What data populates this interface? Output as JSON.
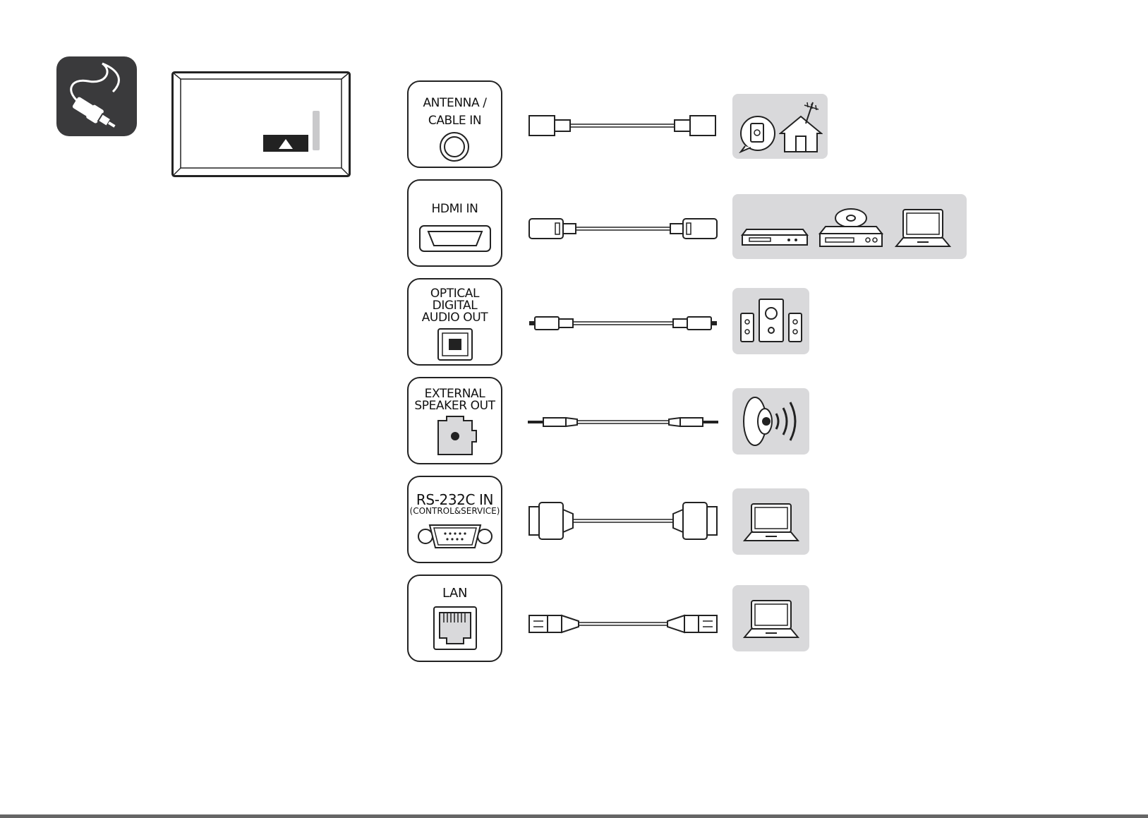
{
  "ports": [
    {
      "id": "antenna",
      "label": "ANTENNA /\nCABLE IN",
      "cable": "coaxial",
      "devices": [
        "wall-outlet-icon",
        "house-antenna-icon"
      ]
    },
    {
      "id": "hdmi",
      "label": "HDMI IN",
      "cable": "hdmi",
      "devices": [
        "set-top-box-icon",
        "dvd-player-icon",
        "laptop-icon"
      ]
    },
    {
      "id": "optical",
      "label": "OPTICAL\nDIGITAL\nAUDIO OUT",
      "cable": "optical",
      "devices": [
        "speaker-system-icon"
      ]
    },
    {
      "id": "speaker",
      "label": "EXTERNAL\nSPEAKER OUT",
      "cable": "audio-jack",
      "devices": [
        "loudspeaker-icon"
      ]
    },
    {
      "id": "rs232c",
      "label": "RS-232C IN",
      "sublabel": "(CONTROL&SERVICE)",
      "cable": "serial",
      "devices": [
        "laptop-icon"
      ]
    },
    {
      "id": "lan",
      "label": "LAN",
      "cable": "ethernet",
      "devices": [
        "laptop-icon"
      ]
    }
  ],
  "colors": {
    "line": "#222222",
    "device_bg": "#d9d9db",
    "badge_bg": "#3a3a3c",
    "rule": "#666666"
  },
  "icons": {
    "badge": "cable-plug-icon",
    "tv": "tv-rear-panel-icon"
  }
}
